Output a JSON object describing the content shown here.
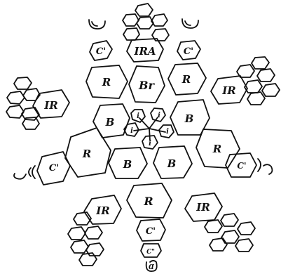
{
  "labels": {
    "ira": "IRA",
    "br": "Br",
    "r": "R",
    "b": "B",
    "ir": "IR",
    "c_prime": "C'",
    "c_double_prime": "C\"",
    "i": "i",
    "t_mark": "Ɑ"
  },
  "colors": {
    "line": "#111111",
    "background": "#ffffff"
  }
}
